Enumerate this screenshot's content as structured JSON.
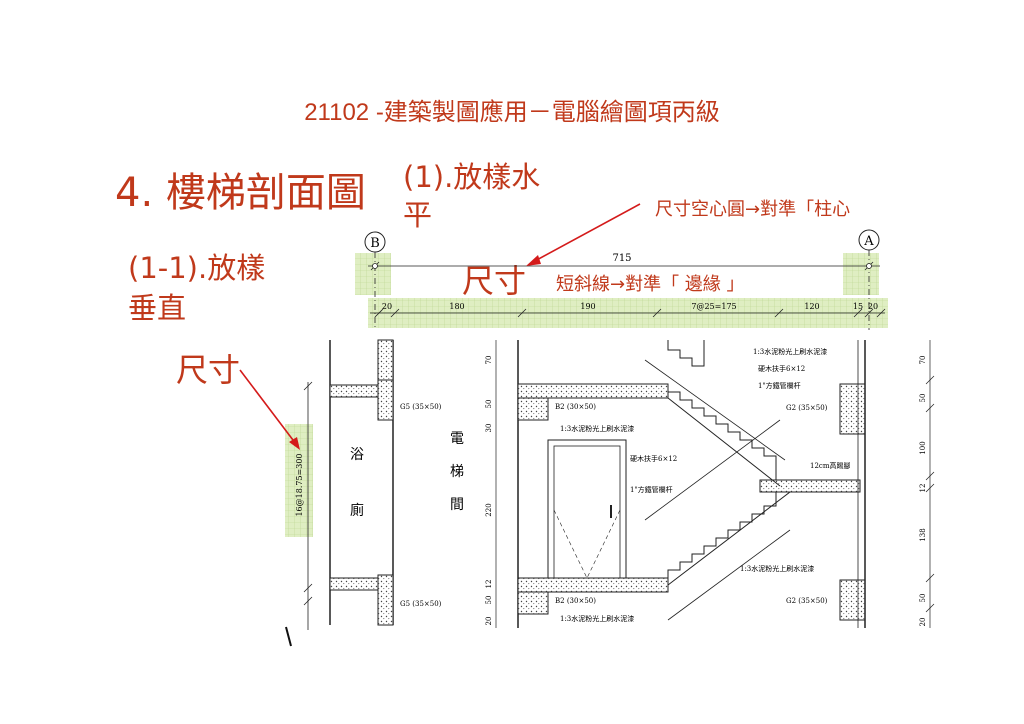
{
  "header": {
    "title": "21102 -建築製圖應用－電腦繪圖項丙級"
  },
  "slide": {
    "heading": "4. 樓梯剖面圖",
    "sub_horizontal": "(1).放樣水平",
    "sub_vertical": "(1-1).放樣垂直",
    "dim_label_horizontal": "尺寸",
    "dim_label_vertical": "尺寸",
    "note_circle": "尺寸空心圓→對準「柱心",
    "note_tick": "短斜線→對準「 邊緣 」"
  },
  "drawing": {
    "grid_b": "B",
    "grid_a": "A",
    "total_dim": "715",
    "dims": [
      "20",
      "180",
      "190",
      "7@25=175",
      "120",
      "15",
      "20"
    ],
    "vertical_dim": "16@18.75=300",
    "room_bath": [
      "浴",
      "廁"
    ],
    "room_elevator": [
      "電",
      "梯",
      "間"
    ],
    "right_dims": [
      "70",
      "50",
      "100",
      "12",
      "138",
      "50",
      "20"
    ],
    "left_dims": [
      "70",
      "50",
      "30",
      "220",
      "12",
      "50",
      "20"
    ],
    "notes": {
      "plaster": "1:3水泥粉光上刷水泥漆",
      "handrail_wood": "硬木扶手6×12",
      "steel_rail": "1\"方鐵管欄杆",
      "g2": "G2 (35×50)",
      "g5": "G5 (35×50)",
      "b2": "B2 (30×50)",
      "handrail_wood2": "硬木扶手6×12",
      "steel_rail2": "1\"方鐵管欄杆",
      "railing_height": "12cm高踢腳"
    },
    "colors": {
      "accent": "#c0391b",
      "highlight": "#dfeec2",
      "line": "#222222"
    }
  }
}
